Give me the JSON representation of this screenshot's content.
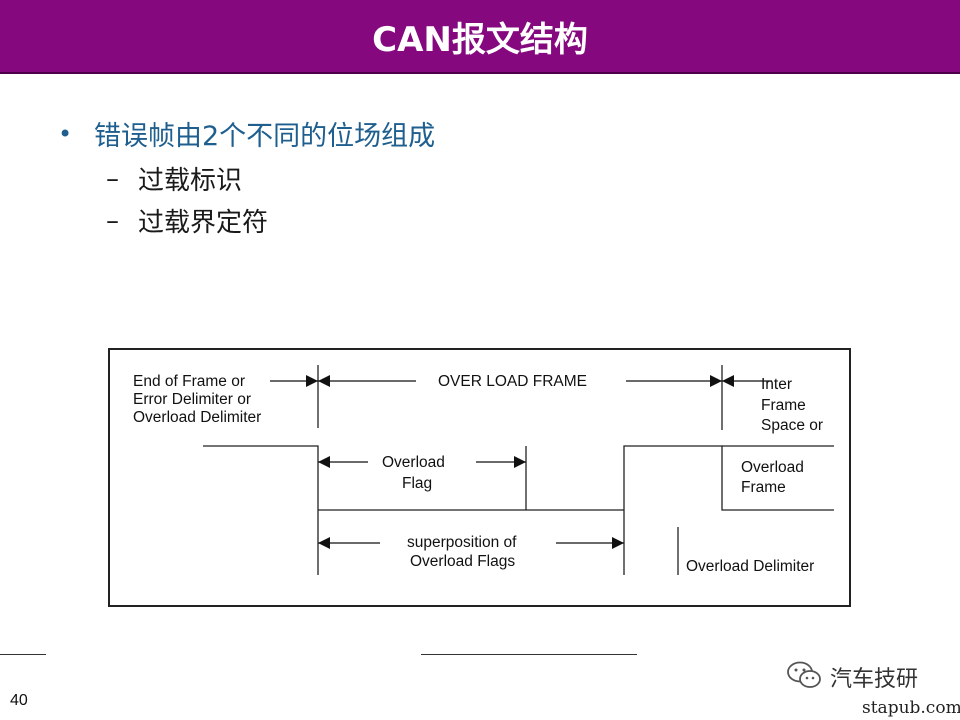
{
  "slide": {
    "title": "CAN报文结构",
    "page_number": "40"
  },
  "content": {
    "bullet": "错误帧由2个不同的位场组成",
    "subitems": [
      "过载标识",
      "过载界定符"
    ]
  },
  "diagram": {
    "labels": {
      "end_of_frame_1": "End of Frame or",
      "end_of_frame_2": "Error Delimiter or",
      "end_of_frame_3": "Overload Delimiter",
      "overload_frame": "OVER LOAD FRAME",
      "inter_1": "Inter",
      "inter_2": "Frame",
      "inter_3": "Space or",
      "overload_flag_1": "Overload",
      "overload_flag_2": "Flag",
      "next_overload_frame_1": "Overload",
      "next_overload_frame_2": "Frame",
      "superposition_1": "superposition of",
      "superposition_2": "Overload Flags",
      "overload_delimiter": "Overload Delimiter"
    }
  },
  "watermark": {
    "text": "汽车技研",
    "url": "stapub.com"
  },
  "colors": {
    "title_bar": "#85087f",
    "bullet_text": "#1f5f8f"
  }
}
